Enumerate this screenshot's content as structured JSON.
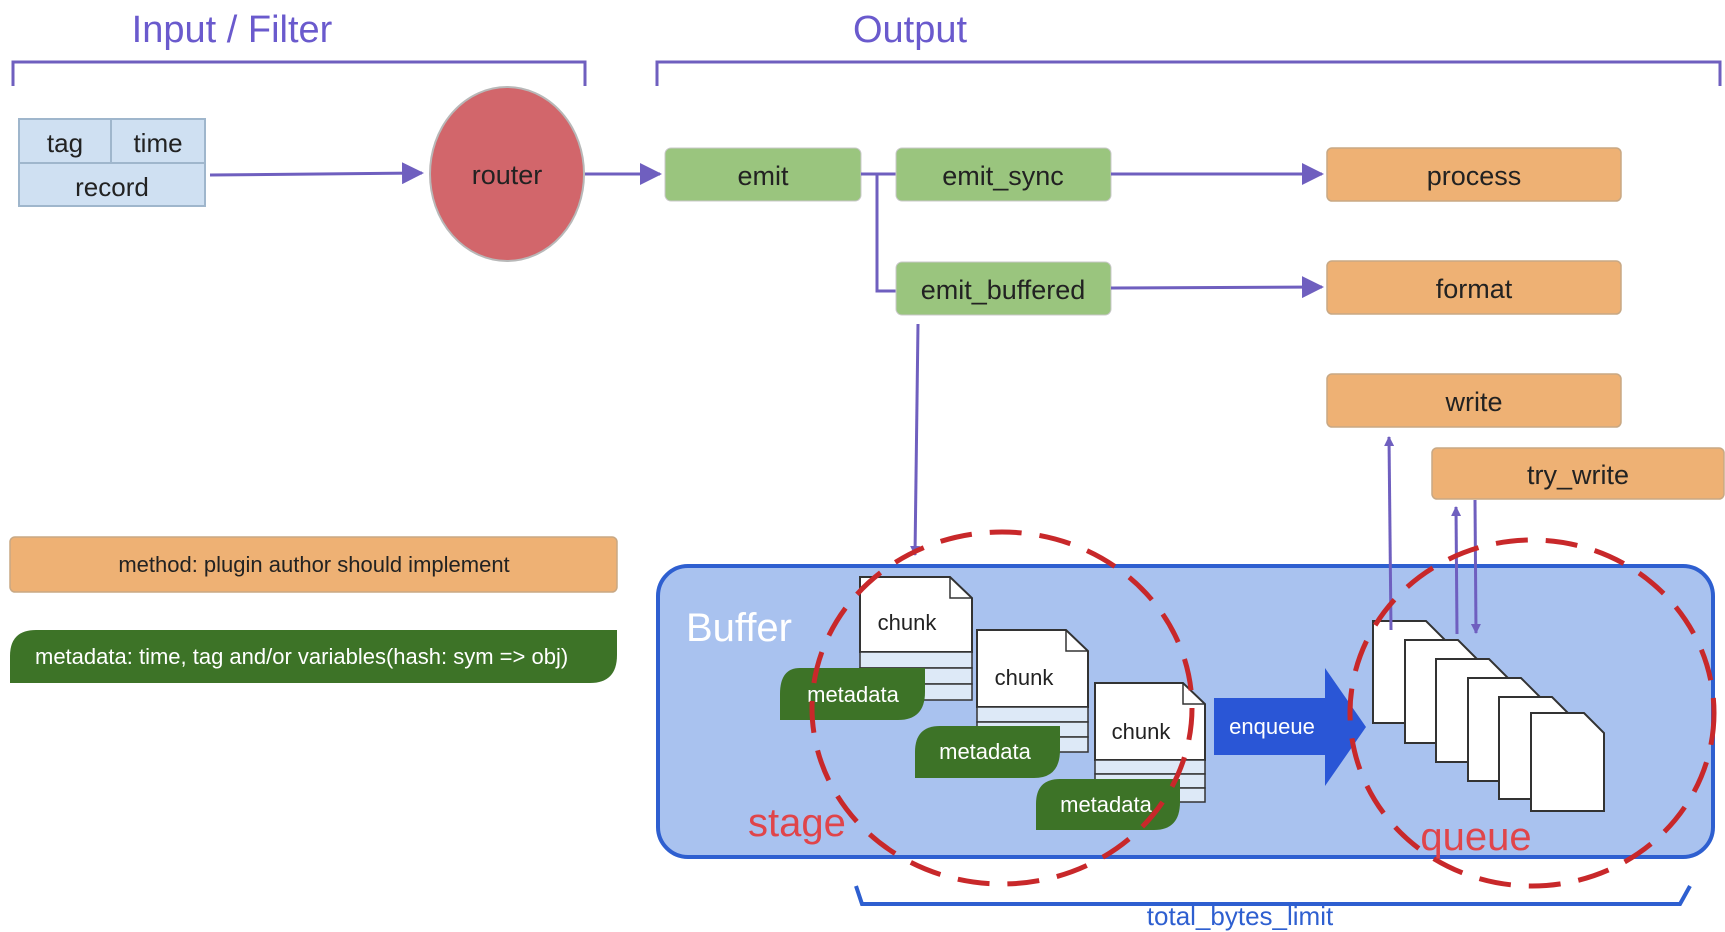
{
  "sections": {
    "input_filter": "Input / Filter",
    "output": "Output"
  },
  "event": {
    "tag": "tag",
    "time": "time",
    "record": "record"
  },
  "router": "router",
  "methods": {
    "emit": "emit",
    "emit_sync": "emit_sync",
    "emit_buffered": "emit_buffered",
    "process": "process",
    "format": "format",
    "write": "write",
    "try_write": "try_write"
  },
  "legend": {
    "method": "method: plugin author should implement",
    "metadata": "metadata: time, tag and/or variables(hash: sym => obj)"
  },
  "buffer": {
    "title": "Buffer",
    "chunk_label": "chunk",
    "metadata_label": "metadata",
    "enqueue": "enqueue",
    "stage": "stage",
    "queue": "queue",
    "limit": "total_bytes_limit"
  },
  "colors": {
    "purple": "#6f5fbf",
    "title_purple": "#6a5acd",
    "router_red": "#d2666b",
    "green_box": "#9ac57e",
    "orange_box": "#eeb174",
    "dark_green": "#3d7327",
    "buffer_fill": "#a9c2ef",
    "buffer_stroke": "#2e5fd0",
    "red_dash": "#c8282a",
    "event_box": "#cfe0f2"
  }
}
